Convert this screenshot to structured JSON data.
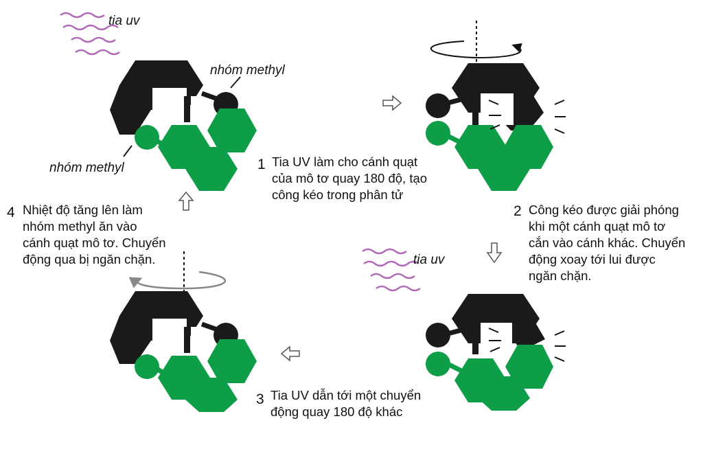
{
  "labels": {
    "uv_top": "tia uv",
    "uv_bottom": "tia uv",
    "methyl_top": "nhóm methyl",
    "methyl_left": "nhóm methyl"
  },
  "steps": [
    {
      "number": "1",
      "lines": [
        "Tia UV làm cho cánh quạt",
        "của mô tơ quay 180 độ, tạo",
        "công kéo trong phân tử"
      ]
    },
    {
      "number": "2",
      "lines": [
        "Công kéo được giải phóng",
        "khi một cánh quạt mô tơ",
        "cắn vào cánh khác. Chuyển",
        "động xoay tới lui được",
        "ngăn chặn."
      ]
    },
    {
      "number": "3",
      "lines": [
        "Tia UV dẫn tới một chuyển",
        "động quay 180 độ khác"
      ]
    },
    {
      "number": "4",
      "lines": [
        "Nhiệt độ tăng lên làm",
        "nhóm methyl ăn vào",
        "cánh quạt mô tơ. Chuyển",
        "động qua bị ngăn chặn."
      ]
    }
  ],
  "colors": {
    "black_part": "#1a1a1a",
    "green_part": "#0e9e48",
    "uv_wave": "#b069b6",
    "rotation_arrow": "#888888",
    "flow_arrow": "#555555"
  },
  "icons": {
    "flow_arrows": [
      "right-arrow-icon",
      "down-arrow-icon",
      "left-arrow-icon",
      "up-arrow-icon"
    ],
    "uv": "uv-wave-icon",
    "rotation": "rotation-arrow-icon"
  }
}
